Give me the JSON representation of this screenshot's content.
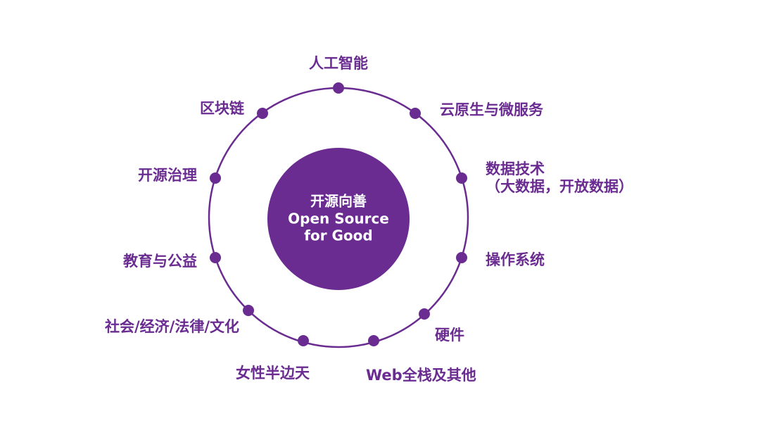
{
  "colors": {
    "accent": "#6a2c91",
    "ring": "#6a2c91",
    "center_fill": "#6a2c91",
    "center_text": "#ffffff",
    "background": "#ffffff"
  },
  "center": {
    "line1": "开源向善",
    "line2": "Open Source",
    "line3": "for Good"
  },
  "topics": [
    {
      "id": "ai",
      "label": "人工智能"
    },
    {
      "id": "cloud",
      "label": "云原生与微服务"
    },
    {
      "id": "data",
      "label": "数据技术",
      "label2": "（大数据，开放数据）"
    },
    {
      "id": "os",
      "label": "操作系统"
    },
    {
      "id": "hardware",
      "label": "硬件"
    },
    {
      "id": "web",
      "label": "Web全栈及其他"
    },
    {
      "id": "women",
      "label": "女性半边天"
    },
    {
      "id": "society",
      "label": "社会/经济/法律/文化"
    },
    {
      "id": "education",
      "label": "教育与公益"
    },
    {
      "id": "governance",
      "label": "开源治理"
    },
    {
      "id": "blockchain",
      "label": "区块链"
    }
  ]
}
